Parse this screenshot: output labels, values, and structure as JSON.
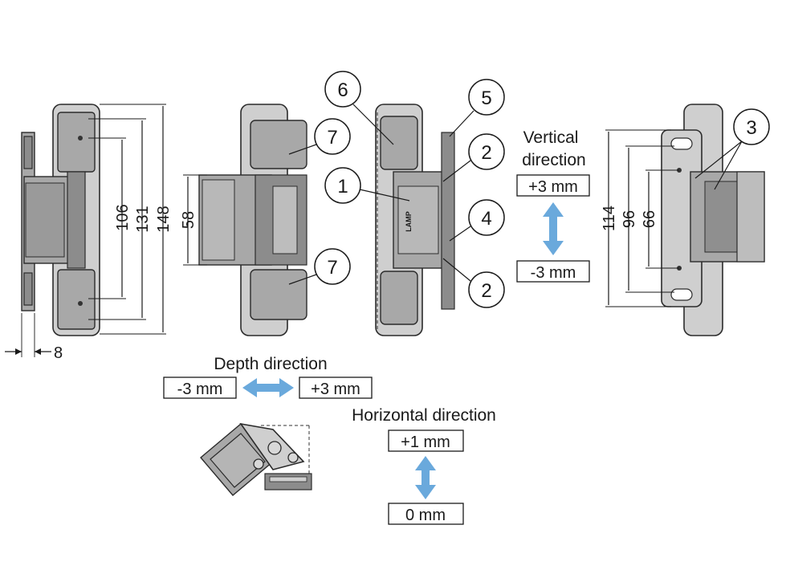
{
  "dimensions": {
    "d106": "106",
    "d131": "131",
    "d148": "148",
    "d58": "58",
    "d8": "8",
    "d114": "114",
    "d96": "96",
    "d66": "66"
  },
  "callouts": {
    "c1": "1",
    "c2a": "2",
    "c2b": "2",
    "c3": "3",
    "c4": "4",
    "c5": "5",
    "c6": "6",
    "c7a": "7",
    "c7b": "7"
  },
  "vertical": {
    "title_line1": "Vertical",
    "title_line2": "direction",
    "plus": "+3 mm",
    "minus": "-3 mm"
  },
  "depth": {
    "title": "Depth direction",
    "minus": "-3 mm",
    "plus": "+3 mm"
  },
  "horizontal": {
    "title": "Horizontal direction",
    "plus": "+1 mm",
    "zero": "0 mm"
  },
  "logo_text": "LAMP",
  "colors": {
    "arrow": "#6aa9dc",
    "body": "#cfcfcf",
    "outline": "#2b2b2b"
  }
}
